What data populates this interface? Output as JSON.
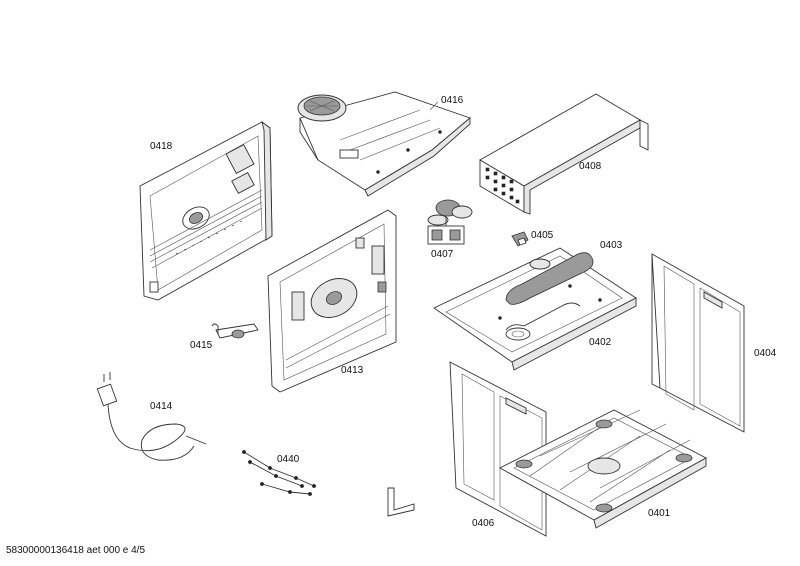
{
  "diagram": {
    "part_labels": {
      "p0416": "0416",
      "p0418": "0418",
      "p0408": "0408",
      "p0405": "0405",
      "p0407": "0407",
      "p0403": "0403",
      "p0415": "0415",
      "p0413": "0413",
      "p0402": "0402",
      "p0404": "0404",
      "p0414": "0414",
      "p0440": "0440",
      "p0406": "0406",
      "p0401": "0401"
    },
    "document_id": "58300000136418 aet 000 e 4/5"
  }
}
